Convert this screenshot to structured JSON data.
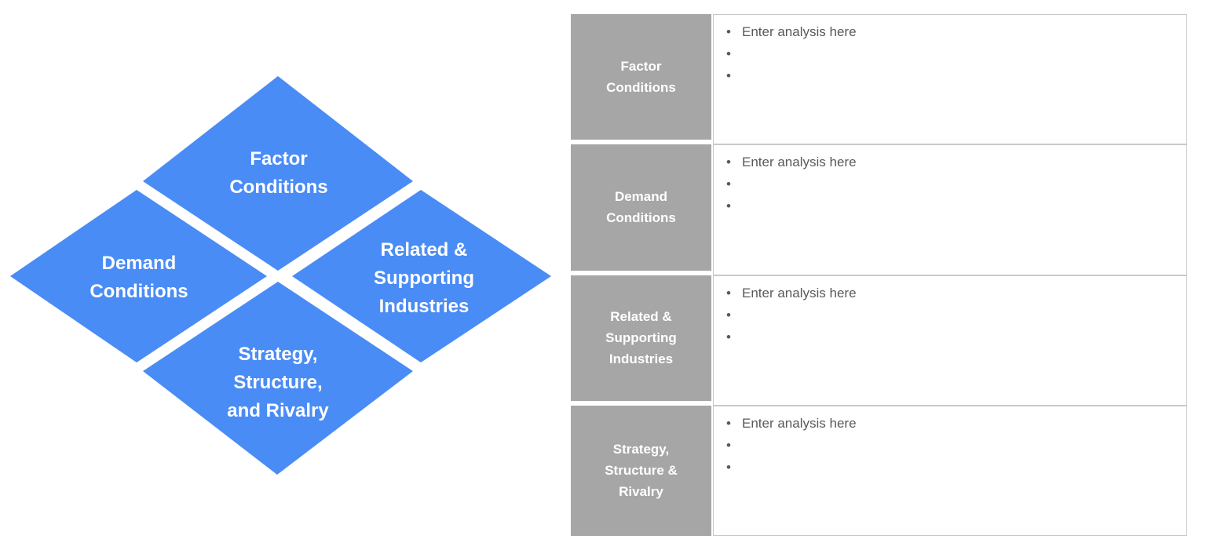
{
  "colors": {
    "diamond_blue": "#4A8CF5",
    "header_gray": "#A6A6A6",
    "body_text_gray": "#595959",
    "cell_border_gray": "#C9C9C9",
    "label_white": "#FFFFFF",
    "background": "#FFFFFF"
  },
  "diamond_model": {
    "nodes": [
      {
        "id": "factor-conditions",
        "label": "Factor\nConditions"
      },
      {
        "id": "demand-conditions",
        "label": "Demand\nConditions"
      },
      {
        "id": "related-supporting",
        "label": "Related &\nSupporting\nIndustries"
      },
      {
        "id": "strategy-structure",
        "label": "Strategy,\nStructure,\nand Rivalry"
      }
    ]
  },
  "analysis_table": {
    "rows": [
      {
        "header": "Factor\nConditions",
        "bullets": [
          "Enter analysis here",
          "",
          ""
        ]
      },
      {
        "header": "Demand\nConditions",
        "bullets": [
          "Enter analysis here",
          "",
          ""
        ]
      },
      {
        "header": "Related &\nSupporting\nIndustries",
        "bullets": [
          "Enter analysis here",
          "",
          ""
        ]
      },
      {
        "header": "Strategy,\nStructure &\nRivalry",
        "bullets": [
          "Enter analysis here",
          "",
          ""
        ]
      }
    ]
  }
}
